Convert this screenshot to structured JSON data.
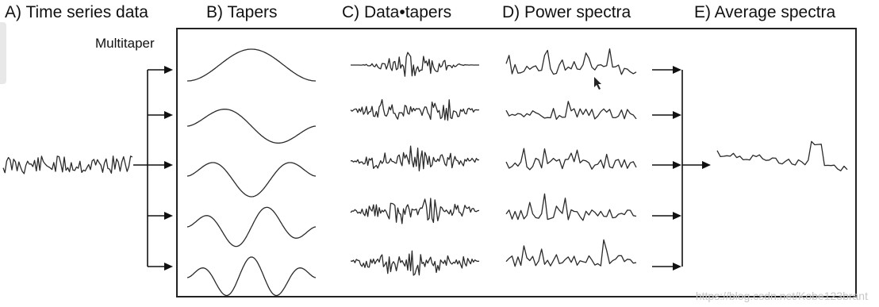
{
  "headers": {
    "a": "A) Time series data",
    "b": "B) Tapers",
    "c": "C) Data•tapers",
    "d": "D) Power spectra",
    "e": "E) Average spectra"
  },
  "multitaper_label": "Multitaper",
  "watermark": "https://blog.csdn.net/Kobe123brant",
  "taper_count": 5,
  "stroke_color": "#2a2a2a"
}
